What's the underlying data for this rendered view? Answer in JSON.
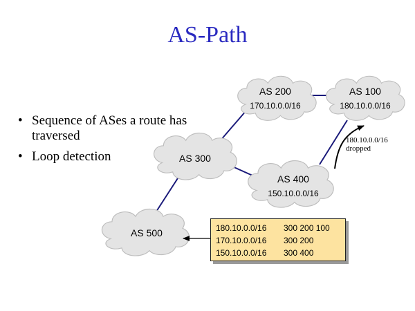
{
  "title": "AS-Path",
  "bullets": [
    "Sequence of ASes a route has traversed",
    "Loop detection"
  ],
  "bullet_symbol": "•",
  "nodes": {
    "as200": {
      "name": "AS 200",
      "prefix": "170.10.0.0/16"
    },
    "as100": {
      "name": "AS 100",
      "prefix": "180.10.0.0/16"
    },
    "as300": {
      "name": "AS 300"
    },
    "as400": {
      "name": "AS 400",
      "prefix": "150.10.0.0/16"
    },
    "as500": {
      "name": "AS 500"
    }
  },
  "dropped_note": {
    "prefix": "180.10.0.0/16",
    "text": "dropped"
  },
  "route_table": [
    {
      "prefix": "180.10.0.0/16",
      "path": "300  200  100"
    },
    {
      "prefix": "170.10.0.0/16",
      "path": "300  200"
    },
    {
      "prefix": "150.10.0.0/16",
      "path": "300  400"
    }
  ],
  "colors": {
    "title": "#2a2ac0",
    "link": "#1a1a7a",
    "cloud_fill": "#e4e4e4",
    "table_fill": "#fde3a0"
  }
}
